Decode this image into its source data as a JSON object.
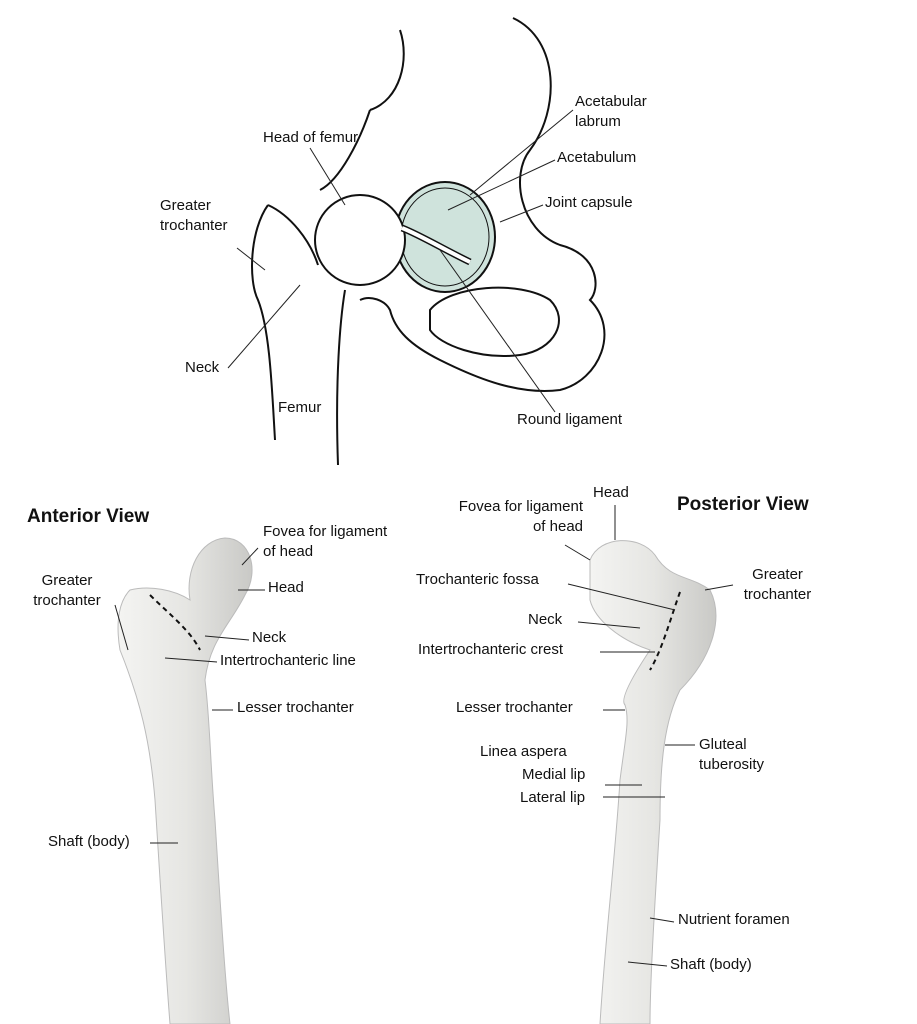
{
  "hip_joint": {
    "labels": {
      "acetabular_labrum": [
        "Acetabular",
        "labrum"
      ],
      "head_of_femur": "Head of femur",
      "acetabulum": "Acetabulum",
      "greater_trochanter": [
        "Greater",
        "trochanter"
      ],
      "joint_capsule": "Joint capsule",
      "neck": "Neck",
      "femur": "Femur",
      "round_ligament": "Round ligament"
    },
    "colors": {
      "acetabulum_fill": "#cfe3dc",
      "outline": "#111111"
    }
  },
  "anterior_view": {
    "title": "Anterior View",
    "labels": {
      "fovea": [
        "Fovea for ligament",
        "of head"
      ],
      "head": "Head",
      "greater_trochanter": [
        "Greater",
        "trochanter"
      ],
      "neck": "Neck",
      "intertrochanteric_line": "Intertrochanteric line",
      "lesser_trochanter": "Lesser trochanter",
      "shaft": "Shaft (body)"
    }
  },
  "posterior_view": {
    "title": "Posterior View",
    "labels": {
      "head": "Head",
      "fovea": [
        "Fovea for ligament",
        "of head"
      ],
      "trochanteric_fossa": "Trochanteric fossa",
      "greater_trochanter": [
        "Greater",
        "trochanter"
      ],
      "neck": "Neck",
      "intertrochanteric_crest": "Intertrochanteric crest",
      "lesser_trochanter": "Lesser trochanter",
      "linea_aspera": "Linea aspera",
      "gluteal_tuberosity": [
        "Gluteal",
        "tuberosity"
      ],
      "medial_lip": "Medial lip",
      "lateral_lip": "Lateral lip",
      "nutrient_foramen": "Nutrient foramen",
      "shaft": "Shaft (body)"
    }
  }
}
